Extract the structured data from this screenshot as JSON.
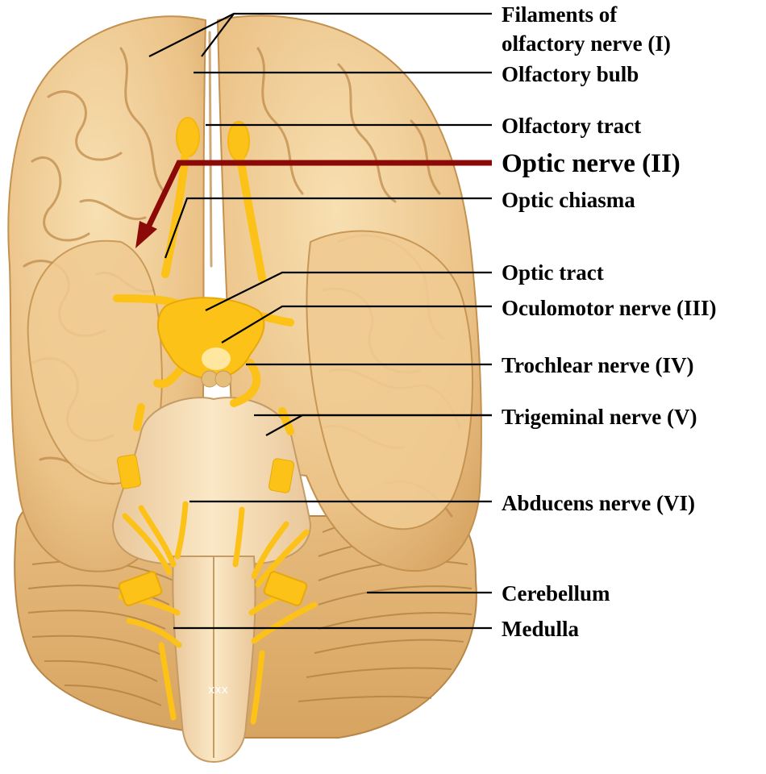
{
  "labels": {
    "filaments_line1": "Filaments of",
    "filaments_line2": "olfactory nerve (I)",
    "olfactory_bulb": "Olfactory bulb",
    "olfactory_tract": "Olfactory tract",
    "optic_nerve": "Optic nerve (II)",
    "optic_chiasma": "Optic chiasma",
    "optic_tract": "Optic tract",
    "oculomotor_nerve": "Oculomotor nerve (III)",
    "trochlear_nerve": "Trochlear nerve (IV)",
    "trigeminal_nerve": "Trigeminal nerve (V)",
    "abducens_nerve": "Abducens nerve (VI)",
    "cerebellum": "Cerebellum",
    "medulla": "Medulla"
  },
  "colors": {
    "brain_tan": "#ecc58a",
    "brain_light": "#f6dcaa",
    "brain_fold": "#c99a5c",
    "nerve_yellow": "#fcc218",
    "nerve_light": "#ffe27a",
    "highlight_arrow": "#8b0a08",
    "leader_line": "#000000"
  }
}
